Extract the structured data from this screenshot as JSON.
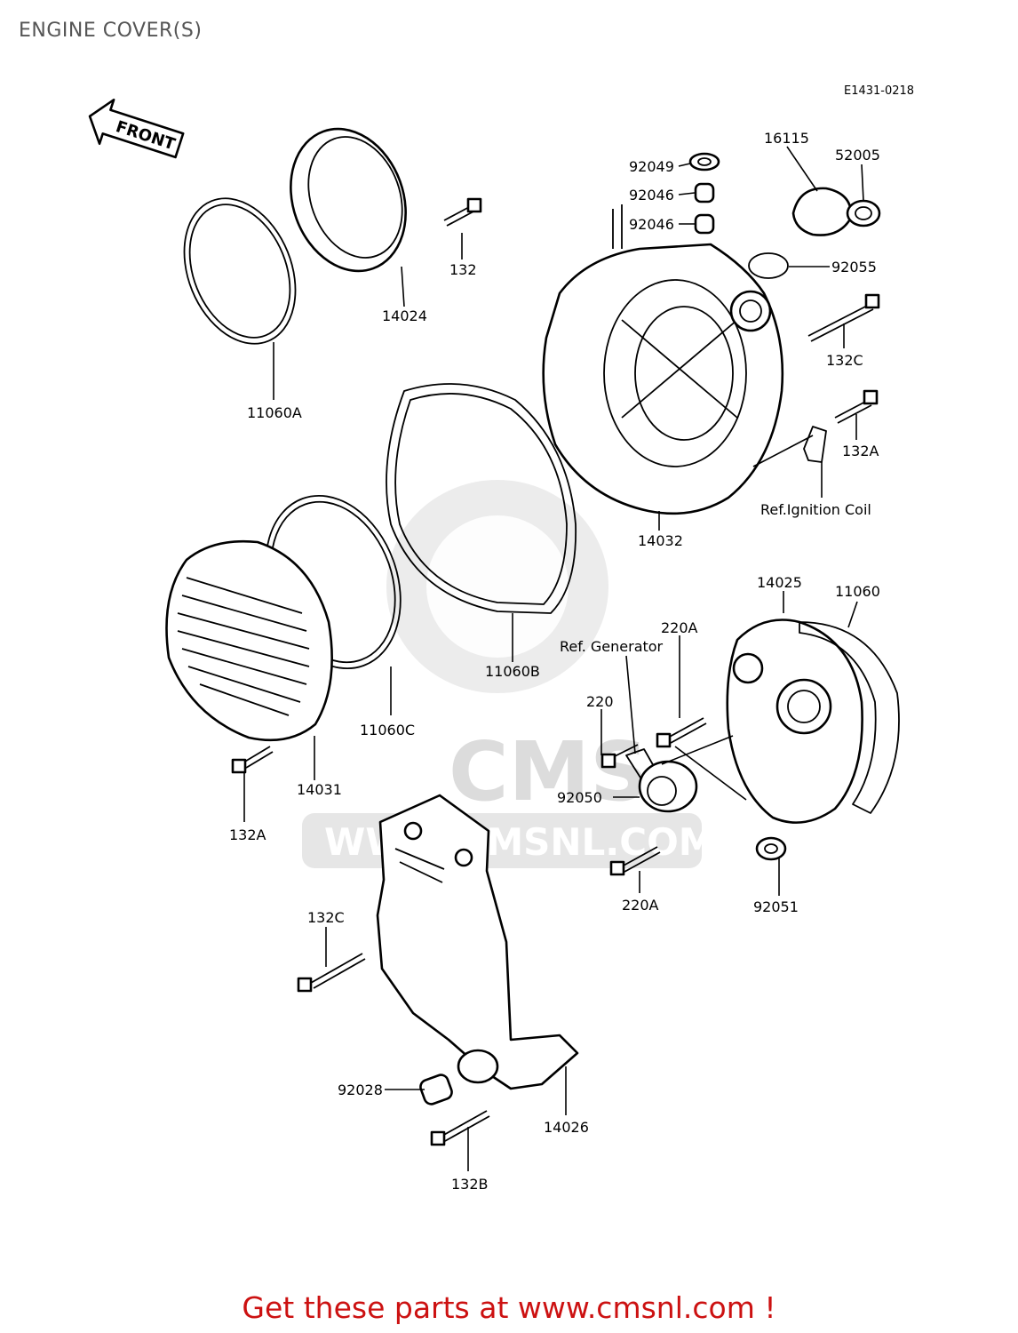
{
  "header": {
    "title": "ENGINE COVER(S)"
  },
  "diagram": {
    "ref_code": "E1431-0218",
    "front_arrow": "FRONT",
    "watermark": {
      "brand": "CMS",
      "url": "WWW.CMSNL.COM"
    },
    "callouts": {
      "c92049": "92049",
      "c92046a": "92046",
      "c92046b": "92046",
      "c16115": "16115",
      "c52005": "52005",
      "c92055": "92055",
      "c132": "132",
      "c14024": "14024",
      "c11060A": "11060A",
      "c132C_top": "132C",
      "c132A_right": "132A",
      "ref_ignition": "Ref.Ignition Coil",
      "c14032": "14032",
      "c14025": "14025",
      "c11060": "11060",
      "c220A_top": "220A",
      "ref_generator": "Ref. Generator",
      "c220": "220",
      "c11060B": "11060B",
      "c11060C": "11060C",
      "c14031": "14031",
      "c132A_left": "132A",
      "c92050": "92050",
      "c220A_bottom": "220A",
      "c92051": "92051",
      "c132C_bottom": "132C",
      "c92028": "92028",
      "c14026": "14026",
      "c132B": "132B"
    }
  },
  "footer": {
    "cta": "Get these parts at www.cmsnl.com !"
  },
  "colors": {
    "cta": "#cc1111",
    "title": "#555555",
    "line": "#000000",
    "watermark": "#dcdcdc"
  }
}
